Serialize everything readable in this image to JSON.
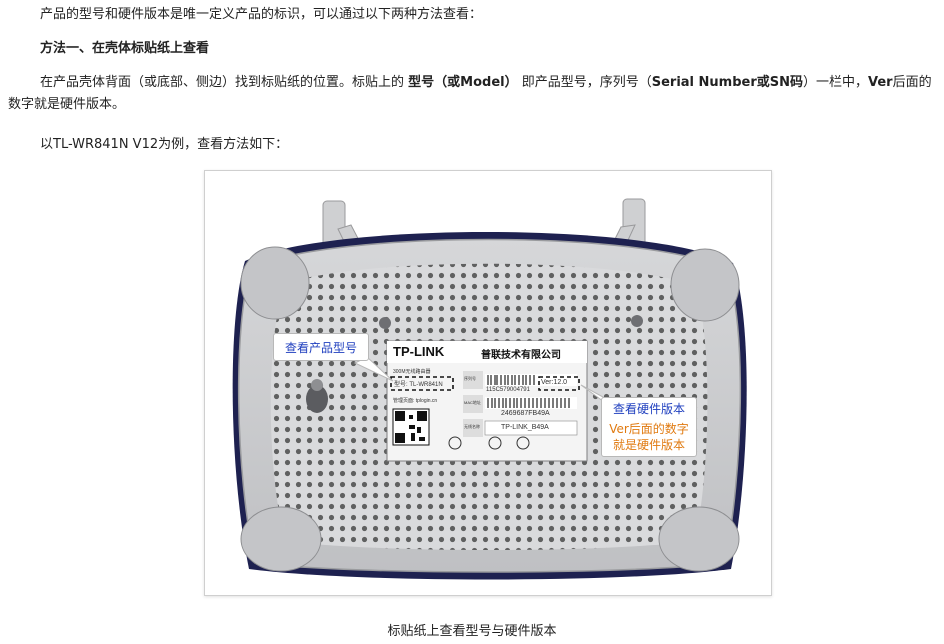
{
  "intro": "产品的型号和硬件版本是唯一定义产品的标识，可以通过以下两种方法查看：",
  "method1_title": "方法一、在壳体标贴纸上查看",
  "para": {
    "p1": "在产品壳体背面（或底部、侧边）找到标贴纸的位置。标贴上的 ",
    "b1": "型号（或Model）",
    "p2": " 即产品型号，序列号（",
    "b2": "Serial Number或SN码",
    "p3": "）一栏中，",
    "b3": "Ver",
    "p4": "后面的数字就是硬件版本。"
  },
  "example_line": "以TL-WR841N V12为例，查看方法如下：",
  "figure": {
    "callout_model": "查看产品型号",
    "callout_hw_title": "查看硬件版本",
    "callout_hw_desc_1": "Ver后面的数字",
    "callout_hw_desc_2": "就是硬件版本",
    "sticker": {
      "brand": "TP-LINK",
      "brand_cn": "普联技术有限公司",
      "product_line": "300M无线路由器",
      "model_line": "型号: TL-WR841N",
      "mgmt_line": "管理页面: tplogin.cn",
      "serial": "115C579004791",
      "version": "Ver:12.0",
      "mac": "2469687FB49A",
      "ssid": "TP-LINK_B49A",
      "col_sn": "序列号",
      "col_mac": "MAC地址",
      "col_ssid": "无线名称"
    },
    "colors": {
      "callout_blue": "#1f3fbf",
      "callout_orange": "#e07a10",
      "router_body": "#c9cacc"
    }
  },
  "caption": "标贴纸上查看型号与硬件版本"
}
